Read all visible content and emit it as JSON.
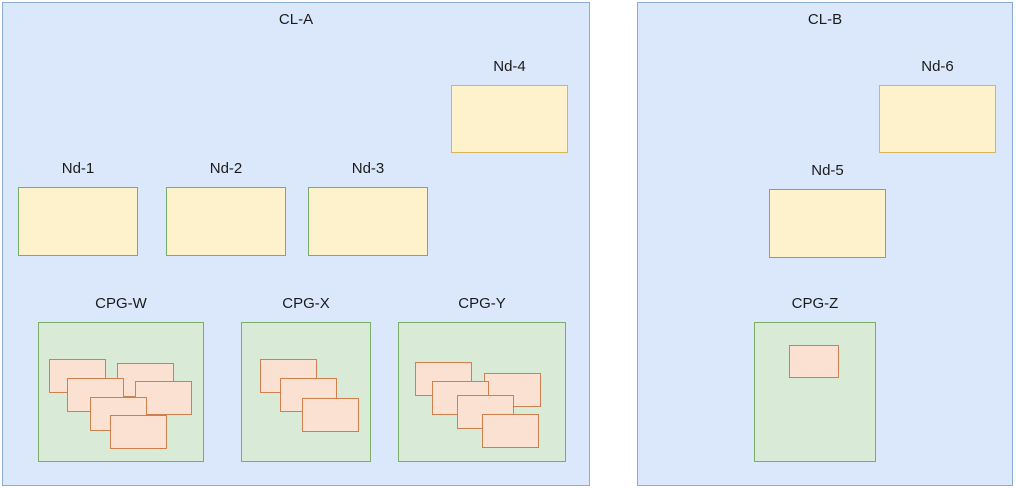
{
  "colors": {
    "cluster_fill": "#dbe8fb",
    "cluster_stroke": "#8badd1",
    "node_fill": "#fef2cc",
    "node_stroke_green": "#7aad68",
    "node_stroke_amber": "#d6b656",
    "group_fill": "#d9ead7",
    "group_stroke": "#7aad68",
    "card_fill": "#fae1d2",
    "card_stroke": "#d07f4e",
    "label_color": "#1a1a1a"
  },
  "clusters": [
    {
      "label": "CL-A",
      "nodes": [
        {
          "label": "Nd-1"
        },
        {
          "label": "Nd-2"
        },
        {
          "label": "Nd-3"
        },
        {
          "label": "Nd-4"
        }
      ],
      "cpg_groups": [
        {
          "label": "CPG-W",
          "card_count": 6
        },
        {
          "label": "CPG-X",
          "card_count": 3
        },
        {
          "label": "CPG-Y",
          "card_count": 5
        }
      ]
    },
    {
      "label": "CL-B",
      "nodes": [
        {
          "label": "Nd-5"
        },
        {
          "label": "Nd-6"
        }
      ],
      "cpg_groups": [
        {
          "label": "CPG-Z",
          "card_count": 1
        }
      ]
    }
  ]
}
